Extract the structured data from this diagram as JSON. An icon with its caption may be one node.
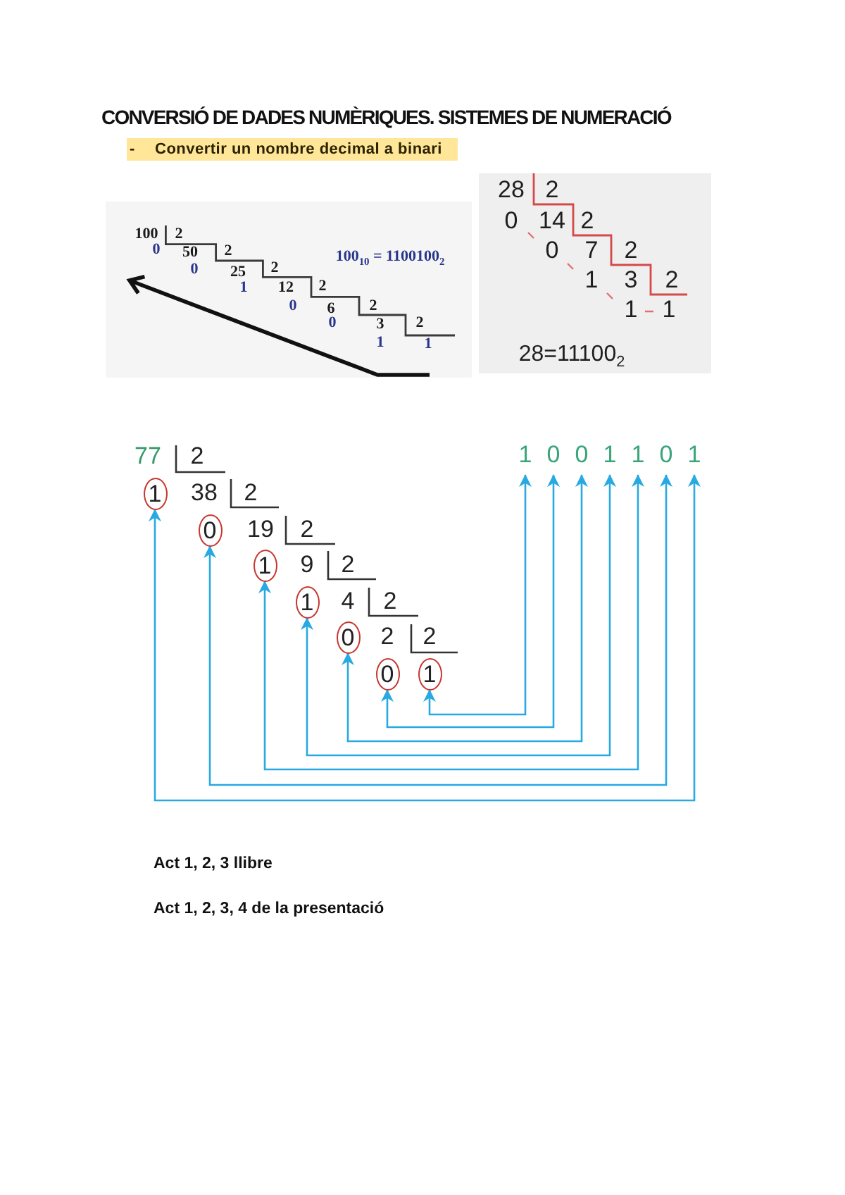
{
  "diagram": {
    "title": "CONVERSIÓ DE DADES NUMÈRIQUES. SISTEMES DE NUMERACIÓ",
    "nodes": [
      {
        "text": [
          "1"
        ]
      },
      {
        "text": [
          "0"
        ]
      },
      {
        "text": [
          "0"
        ]
      },
      {
        "text": [
          "1"
        ]
      },
      {
        "text": [
          "1"
        ]
      },
      {
        "text": [
          "0"
        ]
      },
      {
        "text": [
          "1"
        ]
      },
      {
        "text": [
          "1"
        ]
      },
      {
        "text": [
          "0"
        ]
      },
      {
        "text": [
          "1"
        ]
      },
      {
        "text": [
          "1"
        ]
      },
      {
        "text": [
          "0"
        ]
      },
      {
        "text": [
          "0"
        ]
      },
      {
        "text": [
          "1"
        ]
      }
    ],
    "edges": [
      {
        "from": 13,
        "to": 0,
        "arrow": "both"
      },
      {
        "from": 12,
        "to": 1,
        "arrow": "both"
      },
      {
        "from": 11,
        "to": 2,
        "arrow": "both"
      },
      {
        "from": 10,
        "to": 3,
        "arrow": "both"
      },
      {
        "from": 9,
        "to": 4,
        "arrow": "both"
      },
      {
        "from": 8,
        "to": 5,
        "arrow": "both"
      },
      {
        "from": 7,
        "to": 6,
        "arrow": "both"
      }
    ],
    "labels": [
      "-",
      "Convertir un nombre decimal a binari",
      "100",
      "2",
      "0",
      "50",
      "2",
      "100$_{10}$ = 1100100$_{2}$",
      "0",
      "25",
      "2",
      "1",
      "12",
      "2",
      "0",
      "6",
      "2",
      "0",
      "3",
      "2",
      "1",
      "1",
      "28",
      "2",
      "0",
      "14",
      "2",
      "0",
      "7",
      "2",
      "1",
      "3",
      "2",
      "1",
      "1",
      "28=11100$_{2}$",
      "77",
      "2",
      "38",
      "2",
      "19",
      "2",
      "9",
      "2",
      "4",
      "2",
      "2",
      "2",
      "Act 1, 2, 3 llibre",
      "Act 1, 2, 3, 4 de la presentació"
    ]
  }
}
